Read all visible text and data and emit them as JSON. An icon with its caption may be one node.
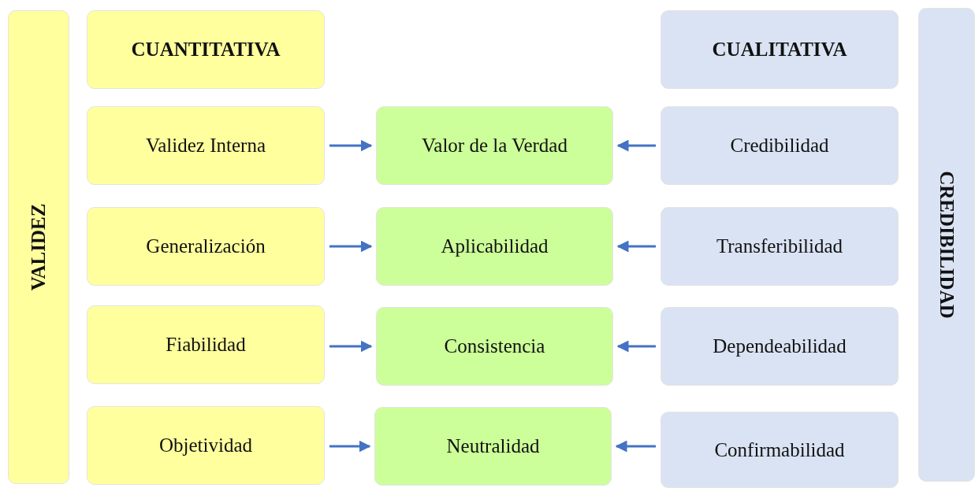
{
  "diagram": {
    "nodes": [
      {
        "text": [
          "VALIDEZ"
        ]
      },
      {
        "text": [
          "CUANTITATIVA"
        ]
      },
      {
        "text": [
          "CUALITATIVA"
        ]
      },
      {
        "text": [
          "CREDIBILIDAD"
        ]
      },
      {
        "text": [
          "Validez Interna"
        ]
      },
      {
        "text": [
          "Valor de la Verdad"
        ]
      },
      {
        "text": [
          "Credibilidad"
        ]
      },
      {
        "text": [
          "Generalización"
        ]
      },
      {
        "text": [
          "Aplicabilidad"
        ]
      },
      {
        "text": [
          "Transferibilidad"
        ]
      },
      {
        "text": [
          "Fiabilidad"
        ]
      },
      {
        "text": [
          "Consistencia"
        ]
      },
      {
        "text": [
          "Dependeabilidad"
        ]
      },
      {
        "text": [
          "Objetividad"
        ]
      },
      {
        "text": [
          "Neutralidad"
        ]
      },
      {
        "text": [
          "Confirmabilidad"
        ]
      }
    ],
    "edges": [
      {
        "from": 4,
        "to": 5,
        "arrow": "to"
      },
      {
        "from": 6,
        "to": 5,
        "arrow": "to"
      },
      {
        "from": 7,
        "to": 8,
        "arrow": "to"
      },
      {
        "from": 9,
        "to": 8,
        "arrow": "to"
      },
      {
        "from": 10,
        "to": 11,
        "arrow": "to"
      },
      {
        "from": 12,
        "to": 11,
        "arrow": "to"
      },
      {
        "from": 13,
        "to": 14,
        "arrow": "to"
      },
      {
        "from": 15,
        "to": 14,
        "arrow": "to"
      }
    ]
  }
}
